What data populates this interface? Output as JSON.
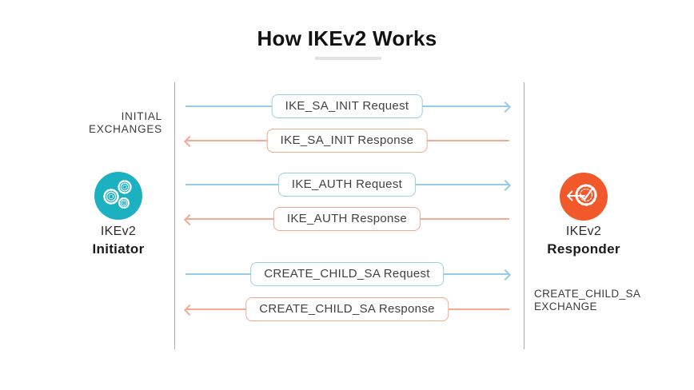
{
  "title": "How IKEv2 Works",
  "groups": {
    "initial_exchanges": {
      "line1": "INITIAL",
      "line2": "EXCHANGES"
    },
    "create_child_exchange": {
      "line1": "CREATE_CHILD_SA",
      "line2": "EXCHANGE"
    }
  },
  "nodes": {
    "initiator": {
      "name": "IKEv2",
      "role": "Initiator",
      "icon": "gears-icon",
      "color": "#1bb1c1"
    },
    "responder": {
      "name": "IKEv2",
      "role": "Responder",
      "icon": "verified-gear-icon",
      "color": "#f1592a"
    }
  },
  "messages": [
    {
      "label": "IKE_SA_INIT Request",
      "type": "request",
      "direction": "initiator-to-responder"
    },
    {
      "label": "IKE_SA_INIT Response",
      "type": "response",
      "direction": "responder-to-initiator"
    },
    {
      "label": "IKE_AUTH Request",
      "type": "request",
      "direction": "initiator-to-responder"
    },
    {
      "label": "IKE_AUTH Response",
      "type": "response",
      "direction": "responder-to-initiator"
    },
    {
      "label": "CREATE_CHILD_SA Request",
      "type": "request",
      "direction": "initiator-to-responder"
    },
    {
      "label": "CREATE_CHILD_SA Response",
      "type": "response",
      "direction": "responder-to-initiator"
    }
  ],
  "colors": {
    "request_line": "#98cce6",
    "request_border": "#95d2db",
    "response_line": "#f5aa95",
    "response_border": "#f4a890",
    "initiator_circle": "#1bb1c1",
    "responder_circle": "#f1592a",
    "divider_gray": "#aaaaaa",
    "title_underline": "#e3e3e3"
  }
}
